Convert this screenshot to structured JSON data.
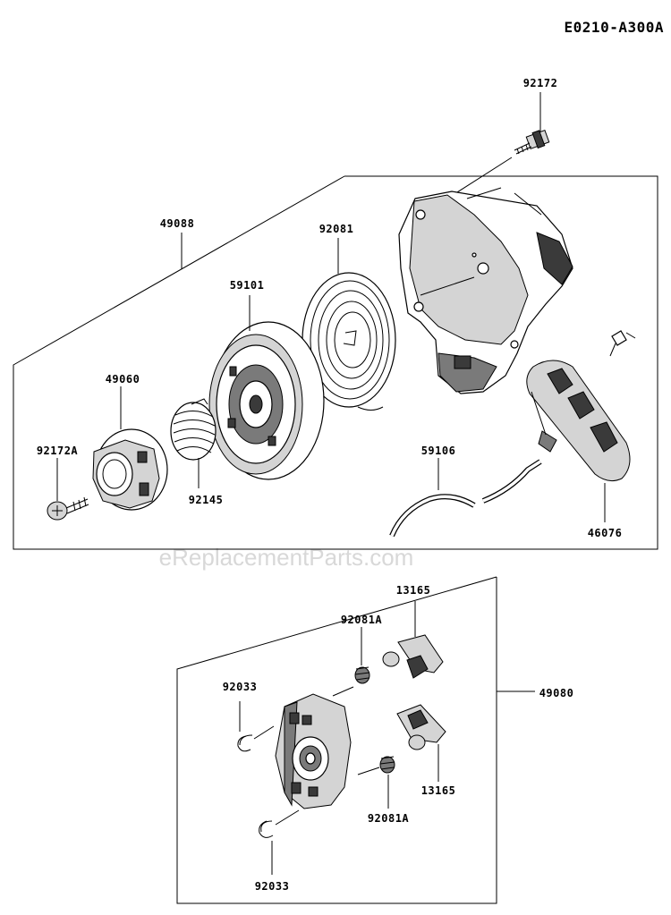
{
  "diagram_code": "E0210-A300A",
  "watermark": "eReplacementParts.com",
  "labels": {
    "p92172": "92172",
    "p49088": "49088",
    "p92081": "92081",
    "p59101": "59101",
    "p49060": "49060",
    "p92172A": "92172A",
    "p92145": "92145",
    "p59106": "59106",
    "p46076": "46076",
    "p13165_top": "13165",
    "p92081A_top": "92081A",
    "p92033_left": "92033",
    "p49080": "49080",
    "p13165_bottom": "13165",
    "p92081A_bottom": "92081A",
    "p92033_bottom": "92033"
  }
}
